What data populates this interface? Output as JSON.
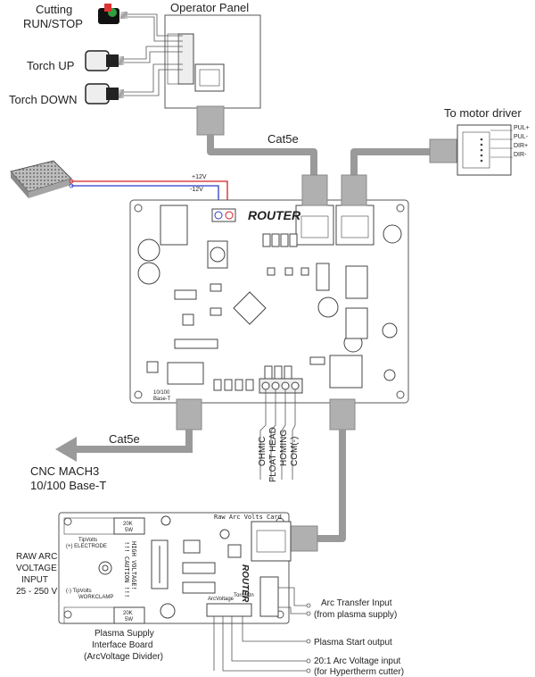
{
  "labels": {
    "cutting_line1": "Cutting",
    "cutting_line2": "RUN/STOP",
    "torch_up": "Torch UP",
    "torch_down": "Torch DOWN",
    "operator_panel": "Operator Panel",
    "motor_driver": "To motor driver",
    "cat5e_top": "Cat5e",
    "cat5e_bottom": "Cat5e",
    "plus12v": "+12V",
    "minus12v": "-12V",
    "cnc_line1": "CNC MACH3",
    "cnc_line2": "10/100 Base-T",
    "raw_line1": "RAW ARC",
    "raw_line2": "VOLTAGE",
    "raw_line3": "INPUT",
    "raw_line4": "25 - 250 V",
    "psu_line1": "Plasma Supply",
    "psu_line2": "Interface Board",
    "psu_line3": "(ArcVoltage Divider)",
    "arc_transfer_line1": "Arc Transfer Input",
    "arc_transfer_line2": "(from plasma supply)",
    "plasma_start": "Plasma Start output",
    "arc_voltage_line1": "20:1 Arc Voltage input",
    "arc_voltage_line2": "(for Hypertherm cutter)"
  },
  "driver_pins": [
    "PUL+",
    "PUL-",
    "DIR+",
    "DIR-"
  ],
  "inputs_terminals": [
    "OHMIC",
    "FLOAT HEAD",
    "HOMING",
    "COM(-)"
  ],
  "board_text": {
    "logo": "ROUTER",
    "eth_label_line1": "10/100",
    "eth_label_line2": "Base-T",
    "card_title": "Raw Arc Volts Card",
    "tipvolts_line1": "TipVolts",
    "tipvolts_line2": "(+) ELECTRODE",
    "work_line1": "(-) TipVolts",
    "work_line2": "WORKCLAMP",
    "caution": "!!! CAUTION !!!",
    "high_voltage": "HIGH VOLTAGE!",
    "resistor_value": "20K",
    "resistor_rating": "5W",
    "arcvoltage": "ArcVoltage",
    "torch_on": "TorchOn"
  },
  "colors": {
    "positive_wire": "#d42020",
    "negative_wire": "#2a3cc8",
    "cable": "#9a9a9a"
  }
}
